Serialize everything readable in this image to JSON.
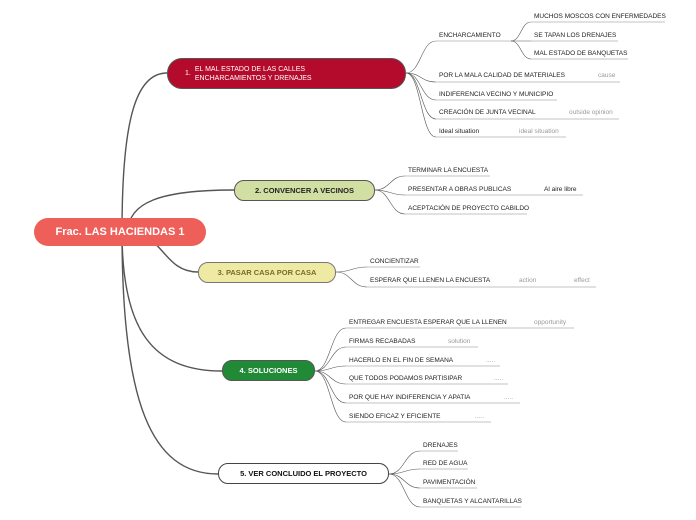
{
  "colors": {
    "root": "#ef5f5a",
    "branch1": "#b40b2c",
    "branch2": "#d2dfa3",
    "branch3": "#eeeaa4",
    "branch4": "#218a36",
    "branch5": "#ffffff",
    "line": "#555555"
  },
  "root": {
    "label": "Frac. LAS HACIENDAS 1"
  },
  "branches": [
    {
      "number": "1.",
      "line1": "EL MAL ESTADO DE LAS CALLES",
      "line2": "ENCHARCAMIENTOS Y DRENAJES",
      "children": [
        {
          "label": "ENCHARCAMIENTO",
          "children": [
            {
              "label": "MUCHOS MOSCOS CON ENFERMEDADES"
            },
            {
              "label": "SE TAPAN LOS DRENAJES"
            },
            {
              "label": "MAL ESTADO DE BANQUETAS"
            }
          ]
        },
        {
          "label": "POR LA MALA CALIDAD DE MATERIALES",
          "note": "cause"
        },
        {
          "label": "INDIFERENCIA VECINO Y MUNICIPIO"
        },
        {
          "label": "CREACIÓN DE JUNTA VECINAL",
          "note": "outside opinion"
        },
        {
          "label": "Ideal situation",
          "note": "ideal situation"
        }
      ]
    },
    {
      "label": "2. CONVENCER A VECINOS",
      "children": [
        {
          "label": "TERMINAR LA ENCUESTA"
        },
        {
          "label": "PRESENTAR A OBRAS PUBLICAS",
          "note": "Al aire libre"
        },
        {
          "label": "ACEPTACIÓN DE PROYECTO CABILDO"
        }
      ]
    },
    {
      "label": "3. PASAR CASA POR CASA",
      "children": [
        {
          "label": "CONCIENTIZAR"
        },
        {
          "label": "ESPERAR QUE LLENEN LA ENCUESTA",
          "note": "action",
          "note2": "effect"
        }
      ]
    },
    {
      "label": "4. SOLUCIONES",
      "children": [
        {
          "label": "ENTREGAR ENCUESTA ESPERAR QUE LA LLENEN",
          "note": "opportunity"
        },
        {
          "label": "FIRMAS RECABADAS",
          "note": "solution"
        },
        {
          "label": "HACERLO EN EL FIN DE SEMANA",
          "note": "....."
        },
        {
          "label": "QUE TODOS PODAMOS PARTISIPAR",
          "note": "....."
        },
        {
          "label": "POR QUE HAY INDIFERENCIA Y APATIA",
          "note": "....."
        },
        {
          "label": "SIENDO EFICAZ Y EFICIENTE",
          "note": "....."
        }
      ]
    },
    {
      "label": "5. VER CONCLUIDO EL PROYECTO",
      "children": [
        {
          "label": "DRENAJES"
        },
        {
          "label": "RED DE AGUA"
        },
        {
          "label": "PAVIMENTACIÓN"
        },
        {
          "label": "BANQUETAS Y ALCANTARILLAS"
        }
      ]
    }
  ]
}
